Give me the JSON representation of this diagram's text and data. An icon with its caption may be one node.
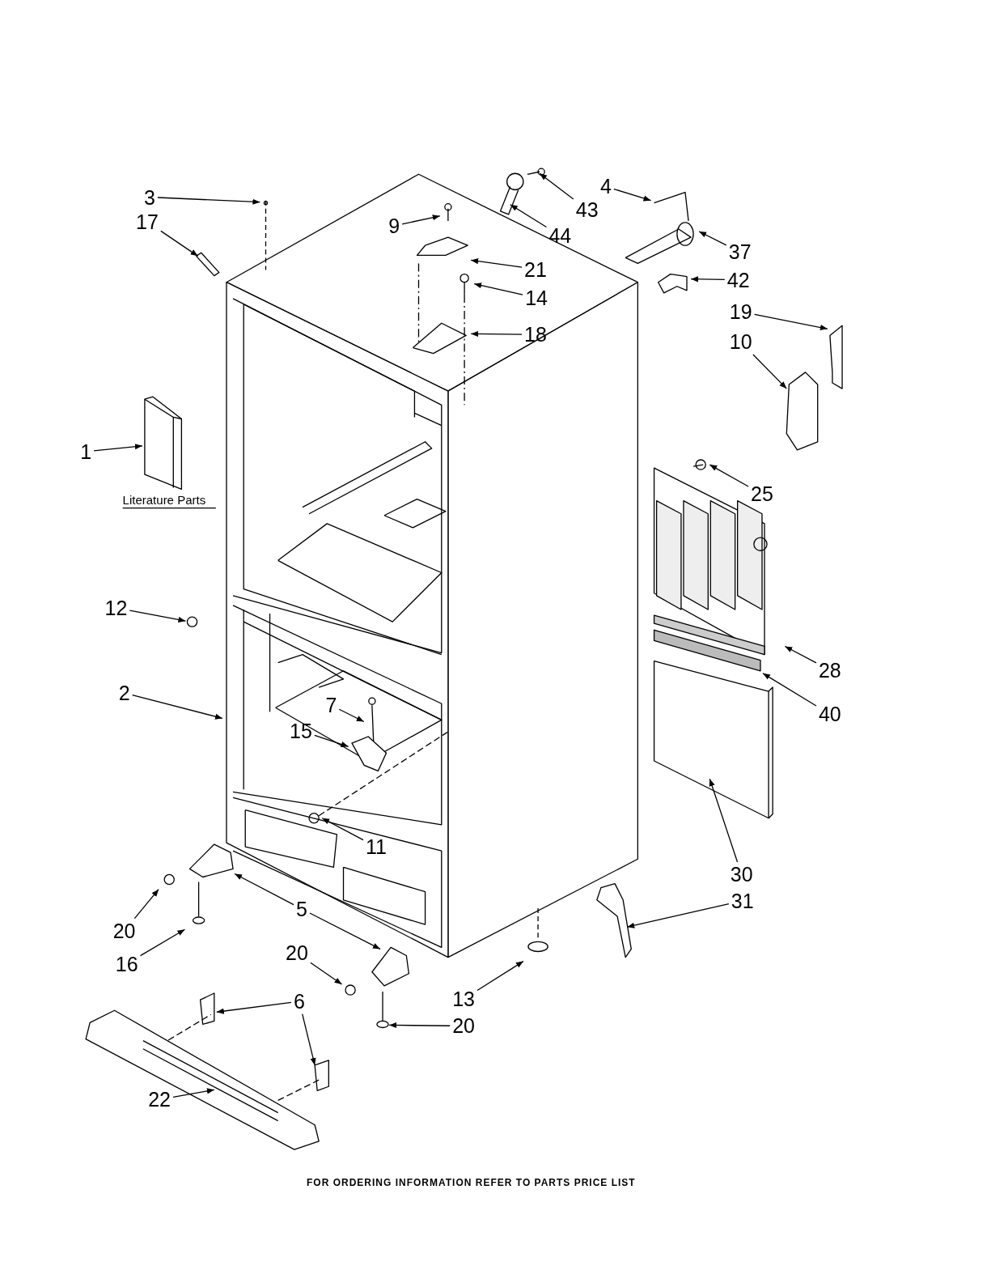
{
  "diagram": {
    "nodes": [
      {
        "text": [
          "3"
        ]
      },
      {
        "text": [
          "17"
        ]
      },
      {
        "text": [
          "9"
        ]
      },
      {
        "text": [
          "43"
        ]
      },
      {
        "text": [
          "4"
        ]
      },
      {
        "text": [
          "44"
        ]
      },
      {
        "text": [
          "21"
        ]
      },
      {
        "text": [
          "37"
        ]
      },
      {
        "text": [
          "14"
        ]
      },
      {
        "text": [
          "42"
        ]
      },
      {
        "text": [
          "19"
        ]
      },
      {
        "text": [
          "18"
        ]
      },
      {
        "text": [
          "10"
        ]
      },
      {
        "text": [
          "1"
        ]
      },
      {
        "text": [
          "25"
        ]
      },
      {
        "text": [
          "12"
        ]
      },
      {
        "text": [
          "28"
        ]
      },
      {
        "text": [
          "2"
        ]
      },
      {
        "text": [
          "40"
        ]
      },
      {
        "text": [
          "7"
        ]
      },
      {
        "text": [
          "15"
        ]
      },
      {
        "text": [
          "11"
        ]
      },
      {
        "text": [
          "30"
        ]
      },
      {
        "text": [
          "5"
        ]
      },
      {
        "text": [
          "31"
        ]
      },
      {
        "text": [
          "20"
        ]
      },
      {
        "text": [
          "16"
        ]
      },
      {
        "text": [
          "20"
        ]
      },
      {
        "text": [
          "13"
        ]
      },
      {
        "text": [
          "6"
        ]
      },
      {
        "text": [
          "20"
        ]
      },
      {
        "text": [
          "22"
        ]
      },
      {
        "text": [],
        "shape": "picture"
      },
      {
        "text": [],
        "shape": "circle"
      }
    ],
    "edges": [
      {
        "from": 0,
        "to": null,
        "arrow": "to"
      },
      {
        "from": 1,
        "to": null,
        "arrow": "to"
      },
      {
        "from": 2,
        "to": null,
        "arrow": "to"
      },
      {
        "from": 3,
        "to": null,
        "arrow": "to"
      },
      {
        "from": 4,
        "to": null,
        "arrow": "to"
      },
      {
        "from": 5,
        "to": null,
        "arrow": "to"
      },
      {
        "from": 6,
        "to": null,
        "arrow": "to"
      },
      {
        "from": 7,
        "to": null,
        "arrow": "to"
      },
      {
        "from": 8,
        "to": null,
        "arrow": "to"
      },
      {
        "from": 9,
        "to": null,
        "arrow": "to"
      },
      {
        "from": 10,
        "to": null,
        "arrow": "to"
      },
      {
        "from": 11,
        "to": null,
        "arrow": "to"
      },
      {
        "from": 12,
        "to": null,
        "arrow": "to"
      },
      {
        "from": 13,
        "to": null,
        "arrow": "to"
      },
      {
        "from": 14,
        "to": null,
        "arrow": "to"
      },
      {
        "from": 15,
        "to": null,
        "arrow": "to"
      },
      {
        "from": 16,
        "to": null,
        "arrow": "to"
      },
      {
        "from": 17,
        "to": null,
        "arrow": "to"
      },
      {
        "from": 18,
        "to": null,
        "arrow": "to"
      },
      {
        "from": 19,
        "to": null,
        "arrow": "to"
      },
      {
        "from": 20,
        "to": 32,
        "arrow": "to"
      },
      {
        "from": 21,
        "to": null,
        "arrow": "to"
      },
      {
        "from": 22,
        "to": null,
        "arrow": "to"
      },
      {
        "from": 23,
        "to": null,
        "arrow": "to"
      },
      {
        "from": 23,
        "to": null,
        "arrow": "to"
      },
      {
        "from": 24,
        "to": null,
        "arrow": "to"
      },
      {
        "from": 25,
        "to": null,
        "arrow": "to"
      },
      {
        "from": 26,
        "to": null,
        "arrow": "to"
      },
      {
        "from": 27,
        "to": 33,
        "arrow": "to"
      },
      {
        "from": 28,
        "to": null,
        "arrow": "to"
      },
      {
        "from": 29,
        "to": null,
        "arrow": "to"
      },
      {
        "from": 29,
        "to": null,
        "arrow": "to"
      },
      {
        "from": 30,
        "to": null,
        "arrow": "to"
      },
      {
        "from": 31,
        "to": null,
        "arrow": "to"
      }
    ],
    "labels": [
      "Literature Parts",
      "FOR ORDERING INFORMATION REFER TO PARTS PRICE LIST"
    ]
  }
}
